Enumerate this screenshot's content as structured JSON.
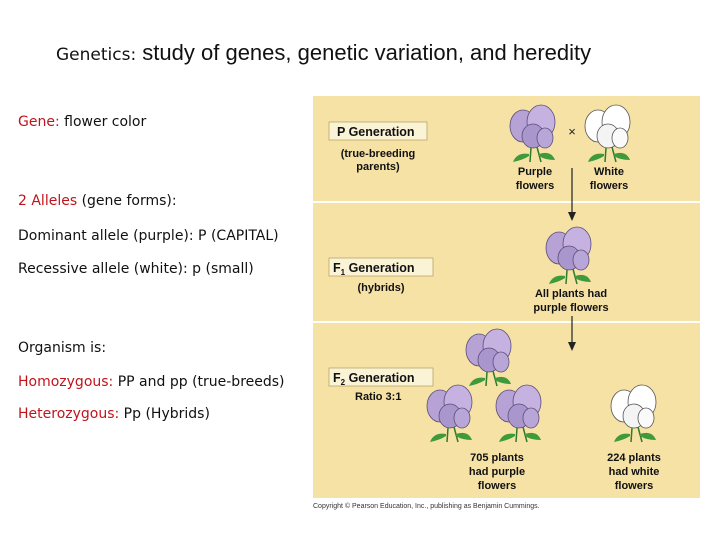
{
  "heading": {
    "lead": "Genetics:",
    "rest": " study of genes, genetic variation, and heredity"
  },
  "gene": {
    "term": "Gene:",
    "value": " flower color"
  },
  "alleles": {
    "term": "2 Alleles",
    "value": " (gene forms):"
  },
  "dominant": "Dominant allele (purple): P (CAPITAL)",
  "recessive": "Recessive allele (white):   p (small)",
  "organism": "Organism is:",
  "homo": {
    "term": "Homozygous:",
    "value": " PP and pp (true-breeds)"
  },
  "hetero": {
    "term": "Heterozygous:",
    "value": " Pp (Hybrids)"
  },
  "figure": {
    "p_generation": "P Generation",
    "p_sub1": "(true-breeding",
    "p_sub2": "parents)",
    "cross": "×",
    "purple1": "Purple",
    "purple2": "flowers",
    "white1": "White",
    "white2": "flowers",
    "f1_prefix": "F",
    "f1_sub": "1",
    "f1_generation": " Generation",
    "f1_sub_label": "(hybrids)",
    "f1_note1": "All plants had",
    "f1_note2": "purple flowers",
    "f2_prefix": "F",
    "f2_sub": "2",
    "f2_generation": " Generation",
    "ratio": "Ratio 3:1",
    "count_purple1": "705 plants",
    "count_purple2": "had purple",
    "count_purple3": "flowers",
    "count_white1": "224 plants",
    "count_white2": "had white",
    "count_white3": "flowers"
  },
  "copyright": "Copyright © Pearson Education, Inc., publishing as Benjamin Cummings.",
  "colors": {
    "panel": "#f6e2a5",
    "label_box": "#fbf3d6",
    "flower_purple": "#b7a2d6",
    "flower_white": "#ffffff",
    "leaf": "#3e9a3a",
    "term_red": "#c0141c"
  }
}
